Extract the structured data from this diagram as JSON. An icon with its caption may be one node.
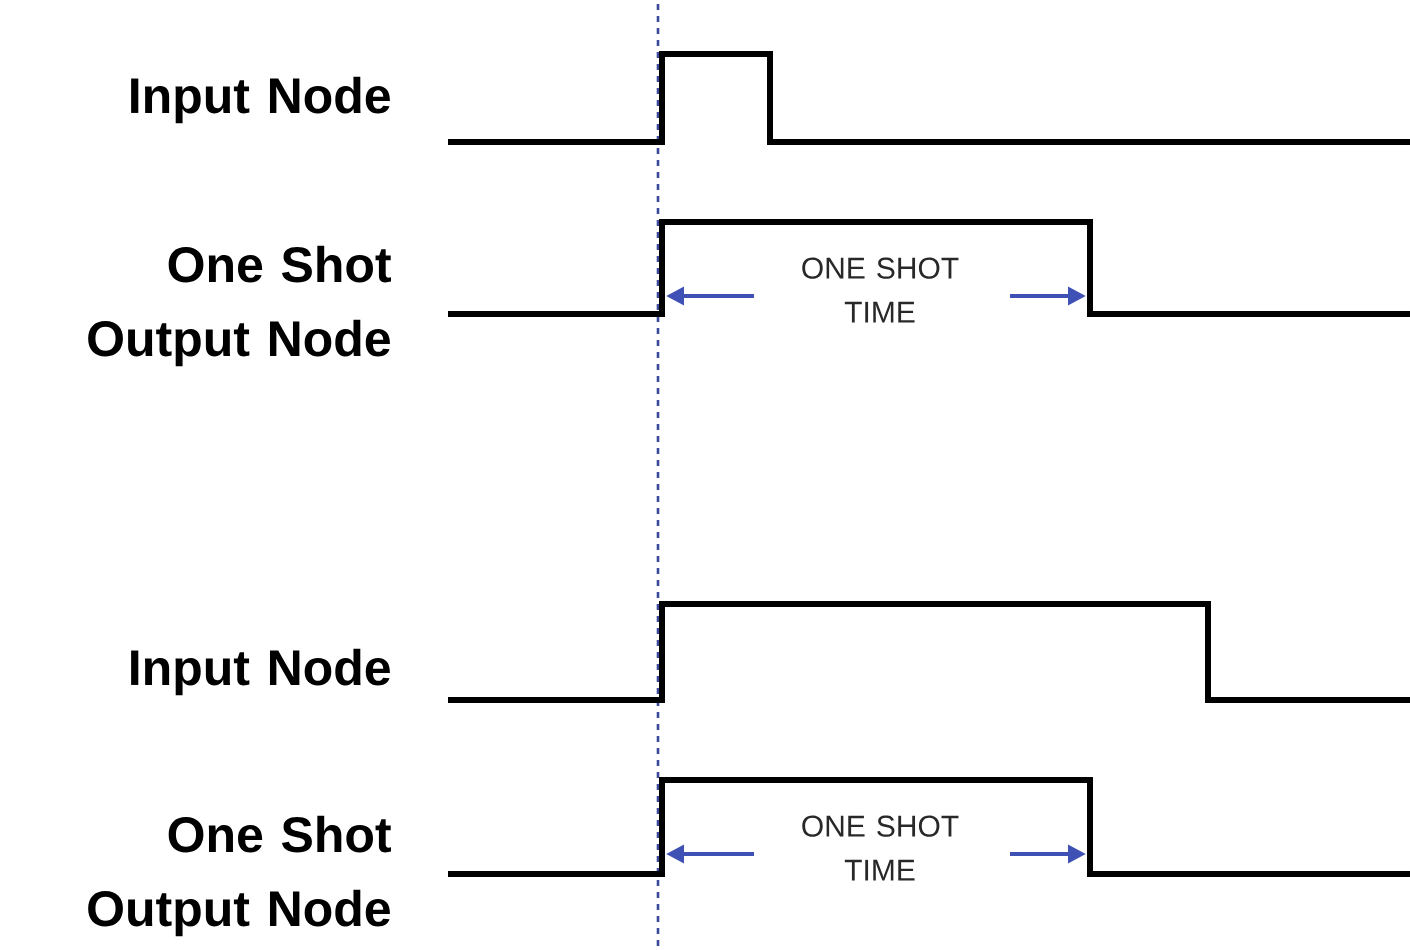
{
  "diagram": {
    "labels": [
      "Input Node",
      "One Shot Output Node",
      "ONE SHOT TIME",
      "Input Node",
      "One Shot Output Node",
      "ONE SHOT TIME"
    ]
  }
}
